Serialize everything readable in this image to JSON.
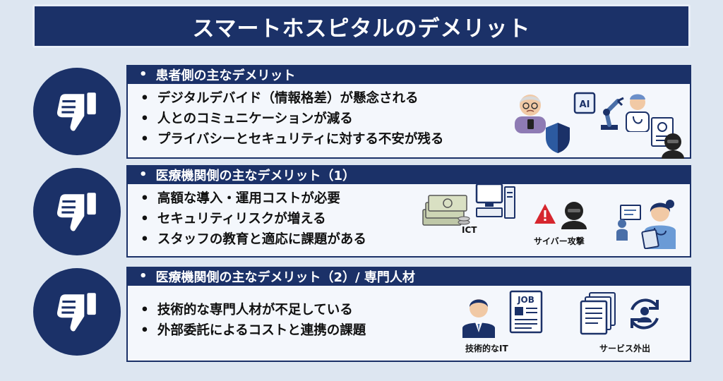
{
  "title": "スマートホスピタルのデメリット",
  "sections": [
    {
      "heading": "患者側の主なデメリット",
      "items": [
        "デジタルデバイド（情報格差）が懸念される",
        "人とのコミュニケーションが減る",
        "プライバシーとセキュリティに対する不安が残る"
      ]
    },
    {
      "heading": "医療機関側の主なデメリット（1）",
      "items": [
        "高額な導入・運用コストが必要",
        "セキュリティリスクが増える",
        "スタッフの教育と適応に課題がある"
      ],
      "captions": {
        "ict": "ICT",
        "cyber": "サイバー攻撃"
      }
    },
    {
      "heading": "医療機関側の主なデメリット（2）/ 専門人材",
      "items": [
        "技術的な専門人材が不足している",
        "外部委託によるコストと連携の課題"
      ],
      "captions": {
        "tech": "技術的なIT",
        "outsource": "サービス外出"
      }
    }
  ],
  "icons": {
    "ai_label": "AI",
    "job_label": "JOB"
  },
  "colors": {
    "navy": "#1b3168",
    "background": "#dde6f1",
    "panel": "#f4f7fc",
    "warning": "#d6262e"
  }
}
